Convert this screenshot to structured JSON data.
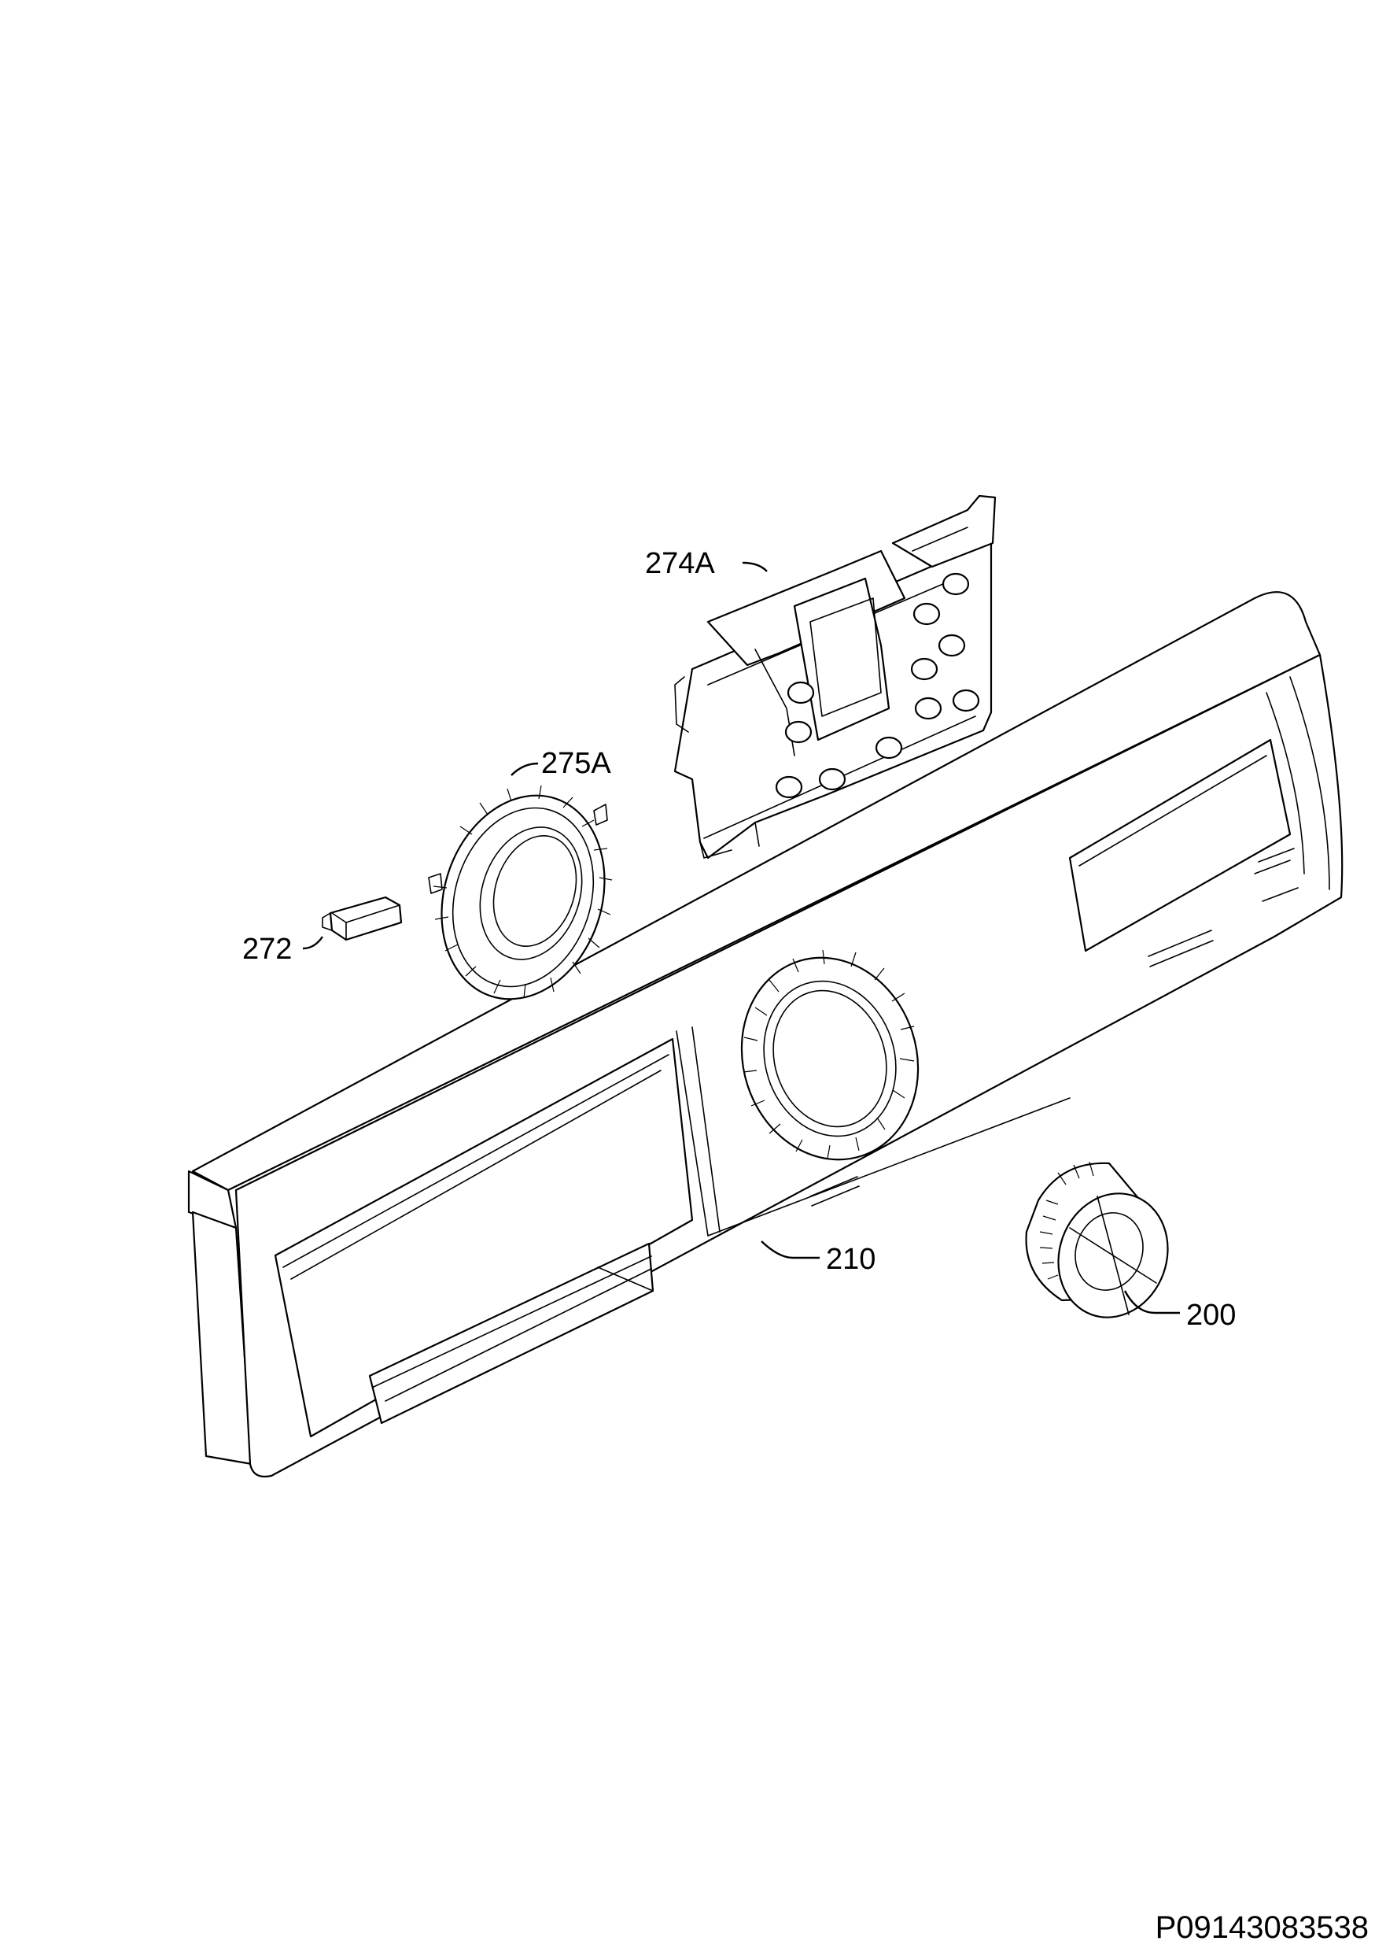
{
  "callouts": {
    "part_274A": "274A",
    "part_275A": "275A",
    "part_272": "272",
    "part_210": "210",
    "part_200": "200"
  },
  "document_number": "P09143083538"
}
